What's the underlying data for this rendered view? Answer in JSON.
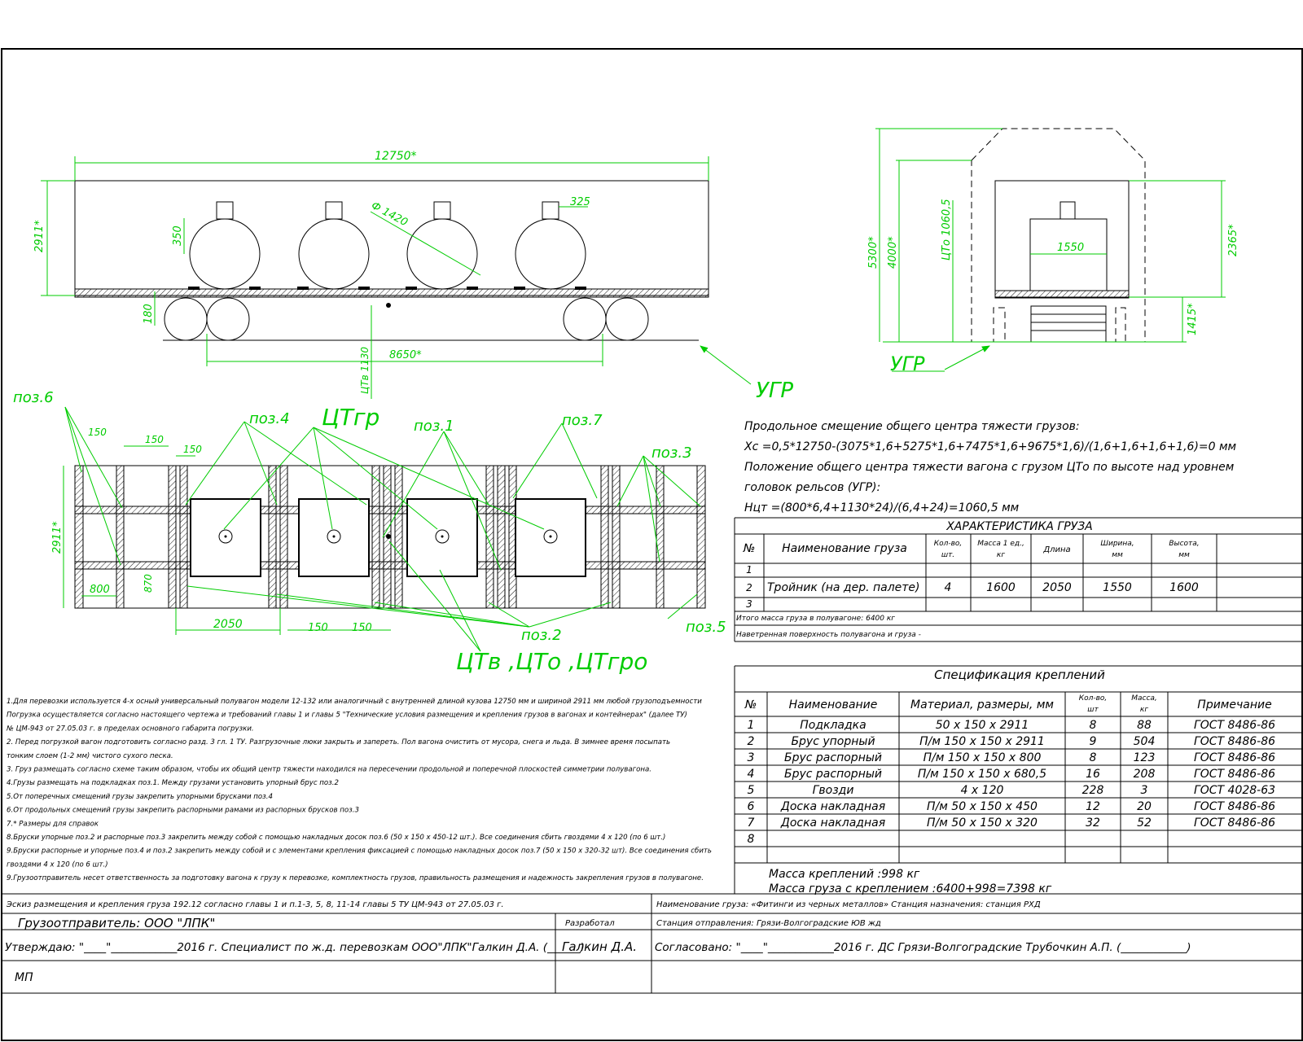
{
  "side_view": {
    "length": "12750*",
    "height": "2911*",
    "dim_350": "350",
    "diameter": "Ф 1420",
    "dim_325": "325",
    "dim_180": "180",
    "base": "8650*",
    "ctv": "ЦТв 1130",
    "ugr": "УГР"
  },
  "end_view": {
    "h5300": "5300*",
    "h4000": "4000*",
    "cto": "ЦТо 1060,5",
    "w1550": "1550",
    "h2365": "2365*",
    "h1415": "1415*",
    "ugr": "УГР"
  },
  "plan_view": {
    "poz6": "поз.6",
    "poz4": "поз.4",
    "ctgr": "ЦТгр",
    "poz1": "поз.1",
    "poz7": "поз.7",
    "poz3": "поз.3",
    "d150a": "150",
    "d150b": "150",
    "d150c": "150",
    "width": "2911*",
    "d800": "800",
    "d870": "870",
    "d2050": "2050",
    "d150d": "150",
    "d150e": "150",
    "poz2": "поз.2",
    "poz5": "поз.5",
    "ct_multi": "ЦТв ,ЦТо ,ЦТгро"
  },
  "calc": {
    "line1": "Продольное смещение общего центра тяжести грузов:",
    "line2": "Хс =0,5*12750-(3075*1,6+5275*1,6+7475*1,6+9675*1,6)/(1,6+1,6+1,6+1,6)=0 мм",
    "line3": "Положение общего центра тяжести вагона с грузом ЦТо по высоте над уровнем",
    "line4": "головок рельсов (УГР):",
    "line5": "Нцт =(800*6,4+1130*24)/(6,4+24)=1060,5 мм"
  },
  "cargo": {
    "title": "ХАРАКТЕРИСТИКА ГРУЗА",
    "headers": [
      "№",
      "Наименование груза",
      "Кол-во, шт.",
      "Масса 1 ед., кг",
      "Длина",
      "Ширина, мм",
      "Высота, мм"
    ],
    "rows": [
      [
        "1",
        "",
        "",
        "",
        "",
        "",
        ""
      ],
      [
        "2",
        "Тройник (на дер. палете)",
        "4",
        "1600",
        "2050",
        "1550",
        "1600"
      ],
      [
        "3",
        "",
        "",
        "",
        "",
        "",
        ""
      ]
    ],
    "total": "Итого масса груза в полувагоне: 6400 кг",
    "surface": "Наветренная поверхность полувагона и груза -"
  },
  "spec": {
    "title": "Спецификация креплений",
    "headers": [
      "№",
      "Наименование",
      "Материал, размеры, мм",
      "Кол-во, шт",
      "Масса, кг",
      "Примечание"
    ],
    "rows": [
      [
        "1",
        "Подкладка",
        "50 х 150 х 2911",
        "8",
        "88",
        "ГОСТ 8486-86"
      ],
      [
        "2",
        "Брус упорный",
        "П/м 150 х 150 х 2911",
        "9",
        "504",
        "ГОСТ 8486-86"
      ],
      [
        "3",
        "Брус распорный",
        "П/м 150 х 150 х 800",
        "8",
        "123",
        "ГОСТ 8486-86"
      ],
      [
        "4",
        "Брус распорный",
        "П/м 150 х 150 х 680,5",
        "16",
        "208",
        "ГОСТ 8486-86"
      ],
      [
        "5",
        "Гвозди",
        "4 х 120",
        "228",
        "3",
        "ГОСТ 4028-63"
      ],
      [
        "6",
        "Доска накладная",
        "П/м 50 х 150 х 450",
        "12",
        "20",
        "ГОСТ 8486-86"
      ],
      [
        "7",
        "Доска накладная",
        "П/м 50 х 150 х 320",
        "32",
        "52",
        "ГОСТ 8486-86"
      ],
      [
        "8",
        "",
        "",
        "",
        "",
        ""
      ]
    ],
    "mass_fix": "Масса креплений :998 кг",
    "mass_total": "Масса груза с креплением :6400+998=7398 кг"
  },
  "notes": [
    "1.Для перевозки используется 4-х осный универсальный полувагон модели 12-132 или аналогичный с внутренней длиной кузова 12750 мм и шириной 2911 мм любой грузоподъемности",
    "Погрузка осуществляется согласно настоящего чертежа и требований главы 1 и главы 5 \"Технические условия размещения и крепления грузов в вагонах и контейнерах\" (далее ТУ)",
    "№ ЦМ-943 от 27.05.03 г. в пределах основного габарита погрузки.",
    "2. Перед погрузкой вагон подготовить согласно разд. 3 гл. 1 ТУ. Разгрузочные люки закрыть и запереть. Пол вагона очистить от мусора, снега и льда. В зимнее время посыпать",
    "тонким слоем (1-2 мм) чистого сухого песка.",
    "3. Груз размещать согласно схеме таким образом, чтобы их общий центр тяжести находился на пересечении продольной и поперечной плоскостей симметрии полувагона.",
    "4.Грузы размещать на подкладках поз.1. Между грузами установить упорный брус поз.2",
    "5.От поперечных смещений грузы закрепить упорными брусками поз.4",
    "6.От продольных смещений грузы закрепить распорными рамами из распорных брусков поз.3",
    "7.* Размеры для справок",
    "8.Бруски упорные поз.2 и распорные поз.3 закрепить между собой с помощью накладных досок поз.6 (50 х 150 х 450-12 шт.). Все соединения сбить гвоздями 4 х 120 (по 6 шт.)",
    "9.Бруски распорные и упорные поз.4 и поз.2 закрепить между собой и с элементами крепления фиксацией с помощью накладных досок поз.7 (50 х 150 х 320-32 шт). Все соединения сбить",
    "гвоздями 4 х 120 (по 6 шт.)",
    "9.Грузоотправитель несет ответственность за подготовку вагона к грузу к перевозке, комплектность грузов, правильность размещения и надежность закрепления грузов в полувагоне."
  ],
  "footer": {
    "sketch": "Эскиз размещения и крепления груза 192.12 согласно главы 1 и п.1-3, 5, 8, 11-14 главы 5 ТУ ЦМ-943 от 27.05.03 г.",
    "cargo_name": "Наименование груза: «Фитинги из черных металлов» Станция назначения: станция РХД",
    "shipper": "Грузоотправитель: ООО \"ЛПК\"",
    "developed": "Разработал",
    "station": "Станция отправления: Грязи-Волгоградские ЮВ жд",
    "approve": "Утверждаю: \"____\"____________2016 г. Специалист по ж.д. перевозкам ООО\"ЛПК\"Галкин Д.А. (______)",
    "galkin": "Галкин Д.А.",
    "agreed": "Согласовано: \"____\"____________2016 г. ДС Грязи-Волгоградские Трубочкин А.П. (____________)",
    "mp": "МП"
  }
}
